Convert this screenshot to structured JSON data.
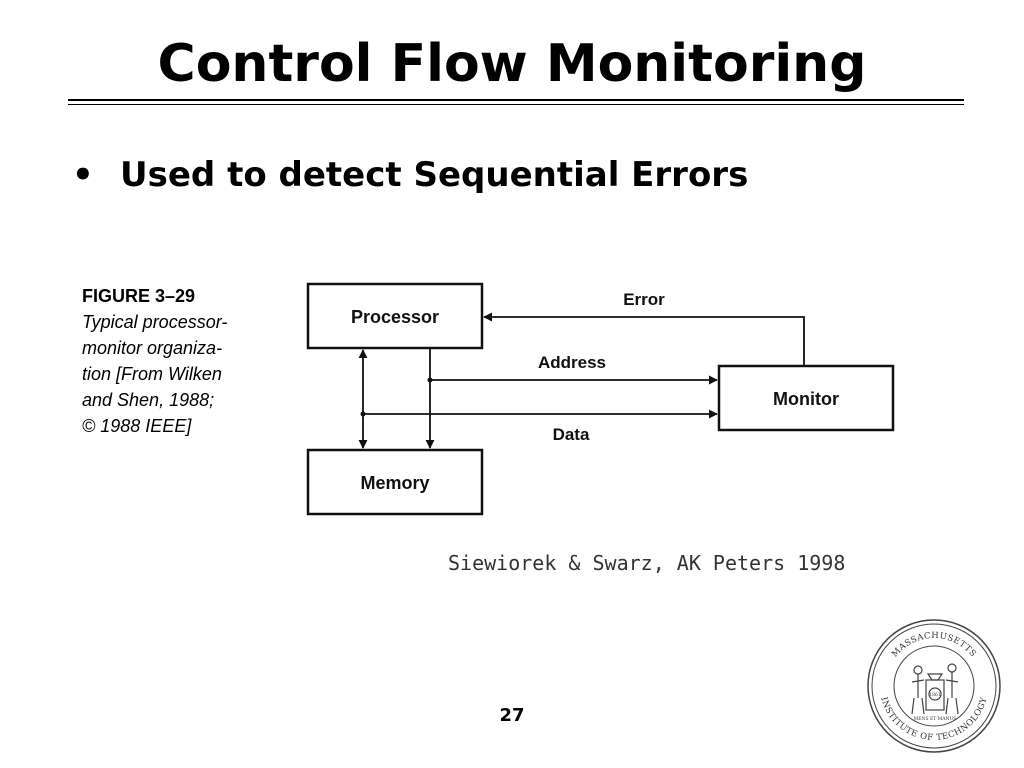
{
  "slide": {
    "title": "Control Flow Monitoring",
    "bullet_symbol": "•",
    "bullet": "Used to detect Sequential Errors",
    "citation": "Siewiorek & Swarz, AK Peters 1998",
    "page_number": "27"
  },
  "figure": {
    "number": "FIGURE 3–29",
    "caption_lines": [
      "Typical processor-",
      "monitor organiza-",
      "tion [From Wilken",
      "and Shen, 1988;",
      "© 1988 IEEE]"
    ]
  },
  "diagram": {
    "blocks": {
      "processor": "Processor",
      "memory": "Memory",
      "monitor": "Monitor"
    },
    "signals": {
      "error": "Error",
      "address": "Address",
      "data": "Data"
    }
  },
  "seal": {
    "text": "MASSACHUSETTS INSTITUTE OF TECHNOLOGY",
    "year": "1861",
    "motto": "MENS ET MANUS"
  }
}
